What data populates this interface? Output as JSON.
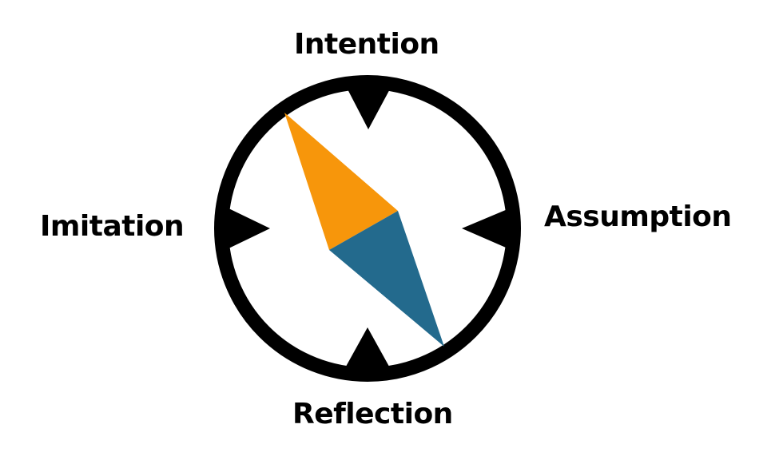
{
  "labels": {
    "top": "Intention",
    "left": "Imitation",
    "right": "Assumption",
    "bottom": "Reflection"
  },
  "colors": {
    "ring": "#000000",
    "needle_north": "#f7960b",
    "needle_south": "#236a8d",
    "background": "#ffffff",
    "text": "#000000"
  },
  "icons": {
    "compass": "compass-icon"
  }
}
